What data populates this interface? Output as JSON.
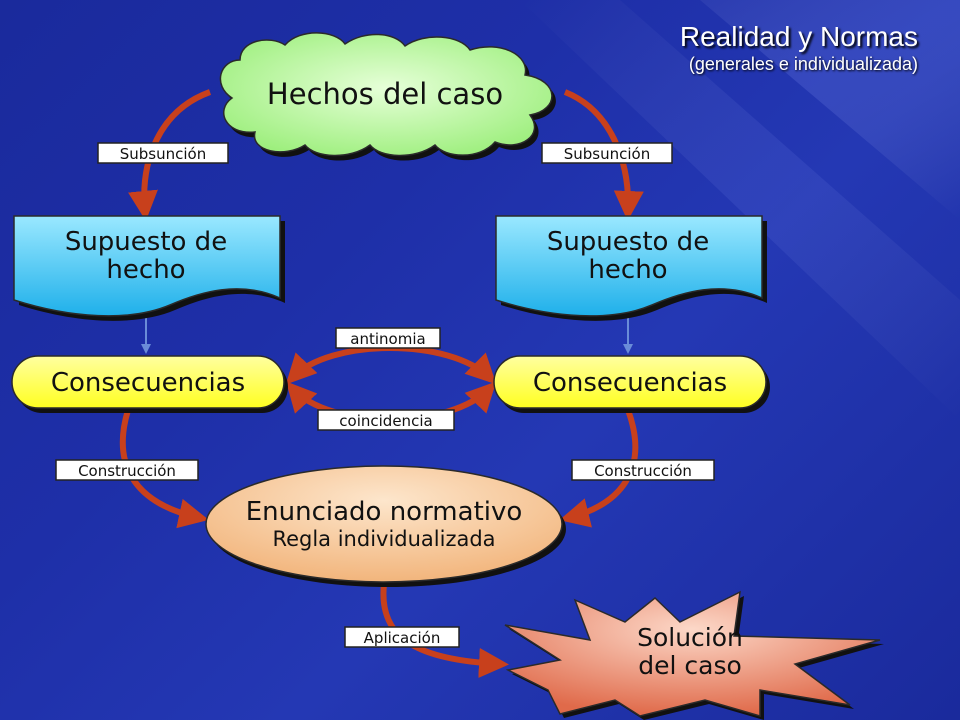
{
  "title": {
    "main": "Realidad y Normas",
    "sub": "(generales e individualizada)"
  },
  "nodes": {
    "hechos": "Hechos del caso",
    "supuesto_left_l1": "Supuesto de",
    "supuesto_left_l2": "hecho",
    "supuesto_right_l1": "Supuesto de",
    "supuesto_right_l2": "hecho",
    "consecuencias_left": "Consecuencias",
    "consecuencias_right": "Consecuencias",
    "enunciado_l1": "Enunciado normativo",
    "enunciado_l2": "Regla individualizada",
    "solucion_l1": "Solución",
    "solucion_l2": "del caso"
  },
  "labels": {
    "subsuncion_left": "Subsunción",
    "subsuncion_right": "Subsunción",
    "antinomia": "antinomia",
    "coincidencia": "coincidencia",
    "construccion_left": "Construcción",
    "construccion_right": "Construcción",
    "aplicacion": "Aplicación"
  },
  "colors": {
    "arrow": "#c8401c",
    "cloud": "#b8f5a0",
    "document": "#4fc8f0",
    "capsule": "#ffff40",
    "ellipse": "#f5c89a",
    "star": "#e88a70",
    "thin_arrow": "#6a8cd8"
  }
}
